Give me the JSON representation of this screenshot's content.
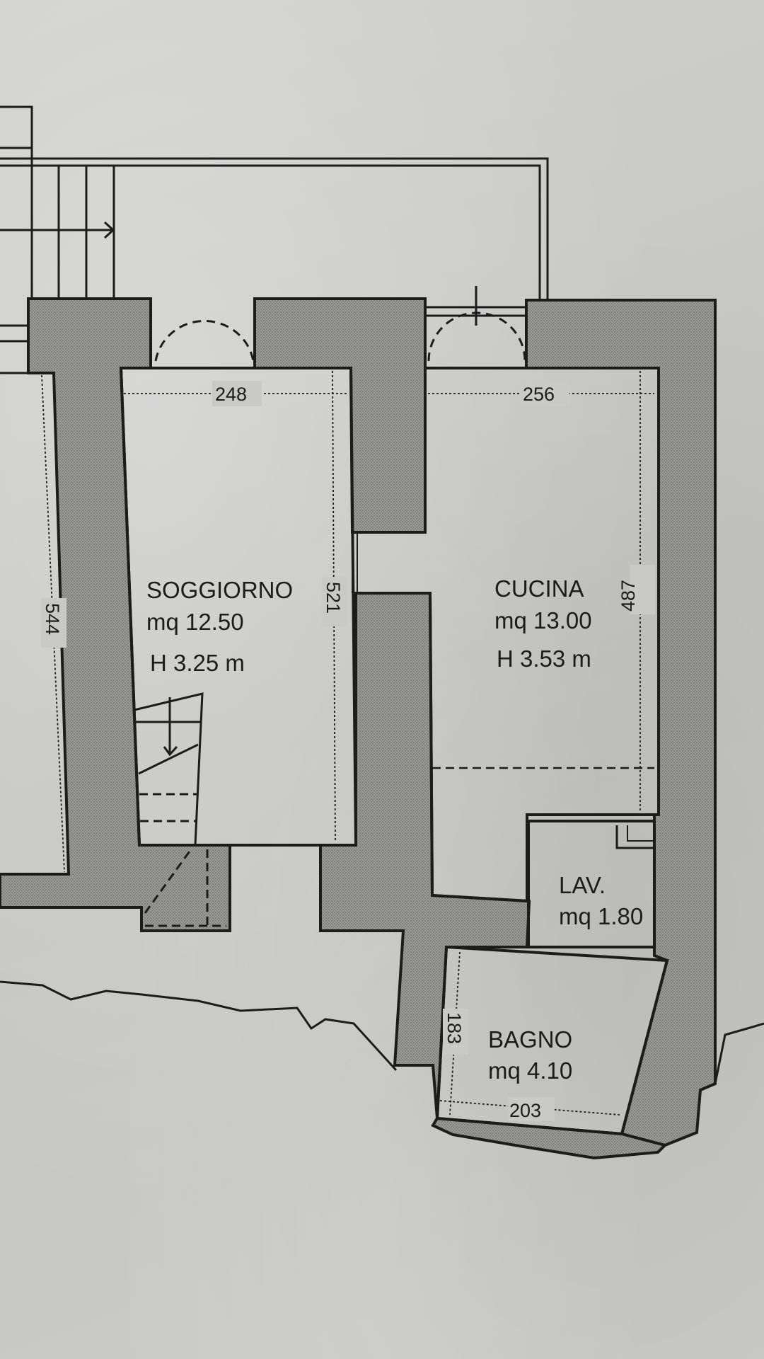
{
  "plan": {
    "type": "floor-plan",
    "units": {
      "area": "mq",
      "height": "m",
      "dimensions": "cm"
    },
    "colors": {
      "paper": "#c9c9c7",
      "wall_fill": "#8e8e8c",
      "line": "#1c1c1c"
    },
    "rooms": [
      {
        "name": "SOGGIORNO",
        "area_label": "mq 12.50",
        "height_label": "H 3.25 m"
      },
      {
        "name": "CUCINA",
        "area_label": "mq 13.00",
        "height_label": "H 3.53 m"
      },
      {
        "name": "LAV.",
        "area_label": "mq 1.80"
      },
      {
        "name": "BAGNO",
        "area_label": "mq 4.10"
      }
    ],
    "dimensions": {
      "soggiorno_width": "248",
      "soggiorno_depth": "521",
      "cucina_width": "256",
      "cucina_depth": "487",
      "left_room_depth": "544",
      "bagno_depth": "183",
      "bagno_width": "203"
    }
  }
}
